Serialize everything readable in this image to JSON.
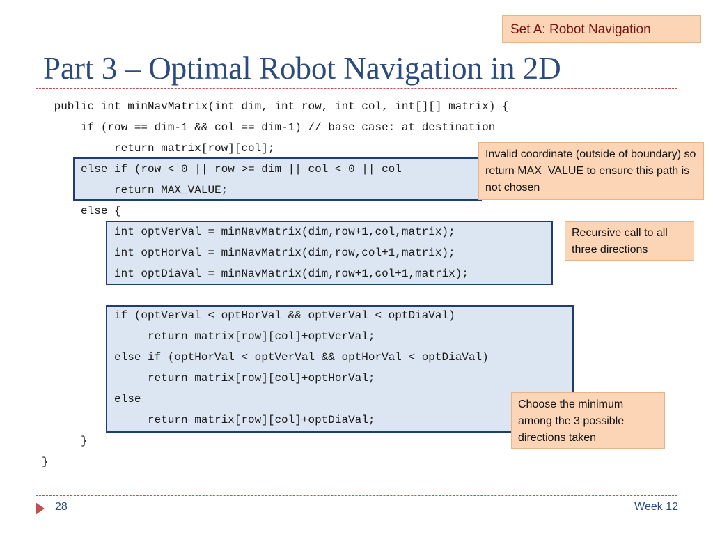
{
  "set_tag": "Set A: Robot Navigation",
  "title": "Part 3 – Optimal Robot Navigation in 2D",
  "code_lines": [
    " public int minNavMatrix(int dim, int row, int col, int[][] matrix) {",
    "     if (row == dim-1 && col == dim-1) // base case: at destination",
    "          return matrix[row][col];",
    "     else if (row < 0 || row >= dim || col < 0 || col",
    "          return MAX_VALUE;",
    "     else {",
    "          int optVerVal = minNavMatrix(dim,row+1,col,matrix);",
    "          int optHorVal = minNavMatrix(dim,row,col+1,matrix);",
    "          int optDiaVal = minNavMatrix(dim,row+1,col+1,matrix);",
    "",
    "          if (optVerVal < optHorVal && optVerVal < optDiaVal)",
    "               return matrix[row][col]+optVerVal;",
    "          else if (optHorVal < optVerVal && optHorVal < optDiaVal)",
    "               return matrix[row][col]+optHorVal;",
    "          else",
    "               return matrix[row][col]+optDiaVal;",
    "     }",
    "}"
  ],
  "callouts": {
    "invalid_coordinate": "Invalid coordinate (outside of boundary) so return MAX_VALUE to ensure this path is not chosen",
    "recursive_call": "Recursive call to all three directions",
    "choose_minimum": "Choose the minimum among the 3 possible directions taken"
  },
  "footer": {
    "page_number": "28",
    "week": "Week 12"
  },
  "colors": {
    "title": "#2b4b7e",
    "accent": "#c0504d",
    "callout_bg": "#fbd5b5",
    "highlight_bg": "#dce6f2",
    "highlight_border": "#1f3d6e"
  }
}
